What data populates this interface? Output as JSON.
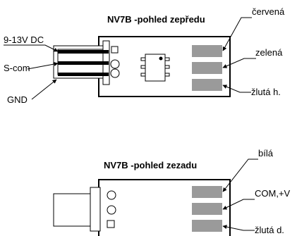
{
  "front": {
    "title": "NV7B -pohled zepředu",
    "left_labels": {
      "power": "9-13V DC",
      "signal": "S-com",
      "ground": "GND"
    },
    "right_labels": {
      "top": "červená",
      "middle": "zelená",
      "bottom": "žlutá h."
    }
  },
  "back": {
    "title": "NV7B -pohled zezadu",
    "right_labels": {
      "top": "bílá",
      "middle": "COM,+V",
      "bottom": "žlutá d."
    }
  }
}
